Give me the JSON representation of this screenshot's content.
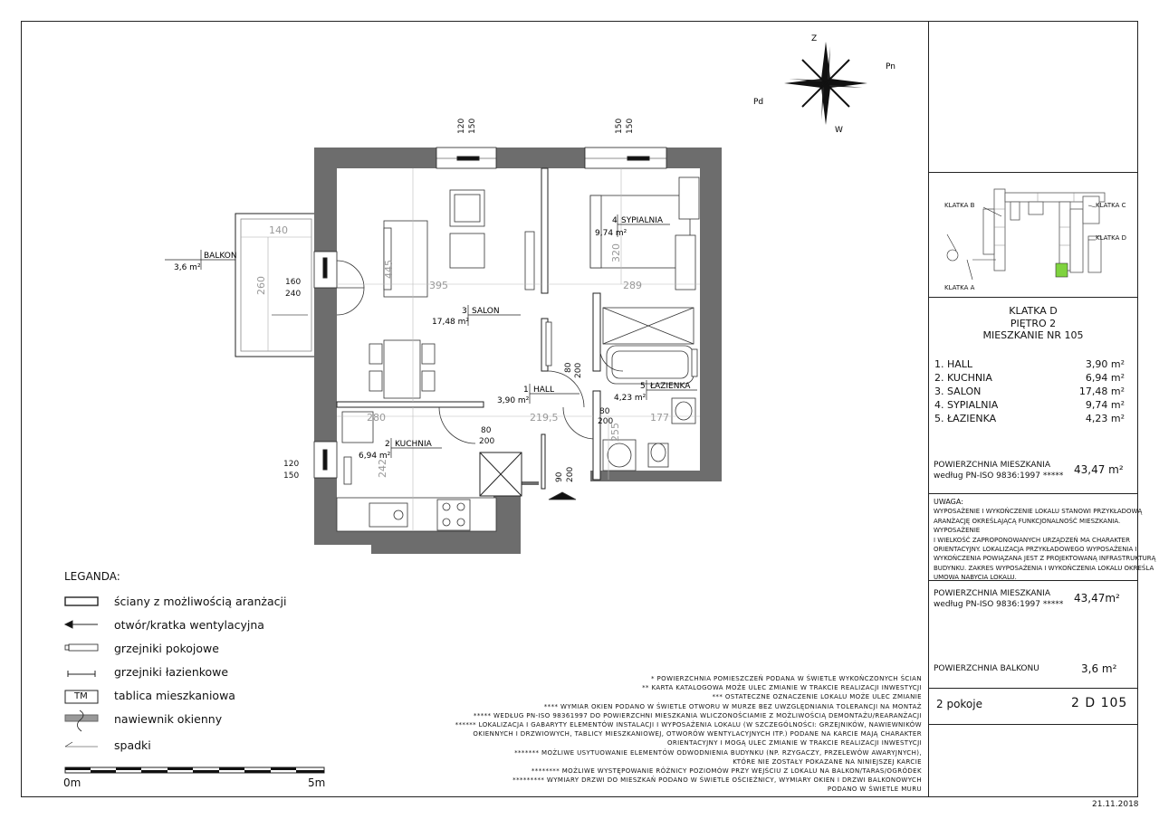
{
  "compass": {
    "n": "Z",
    "e": "Pn",
    "s": "W",
    "w": "Pd"
  },
  "key_plan": {
    "labels": {
      "a": "KLATKA A",
      "b": "KLATKA B",
      "c": "KLATKA C",
      "d": "KLATKA D"
    }
  },
  "header": {
    "line1": "KLATKA D",
    "line2": "PIĘTRO 2",
    "line3": "MIESZKANIE NR 105"
  },
  "rooms_list": [
    {
      "name": "1. HALL",
      "area": "3,90 m²"
    },
    {
      "name": "2. KUCHNIA",
      "area": "6,94 m²"
    },
    {
      "name": "3. SALON",
      "area": "17,48 m²"
    },
    {
      "name": "4. SYPIALNIA",
      "area": "9,74 m²"
    },
    {
      "name": "5. ŁAZIENKA",
      "area": "4,23 m²"
    }
  ],
  "total": {
    "label1": "POWIERZCHNIA MIESZKANIA",
    "label2": "według PN-ISO 9836:1997 *****",
    "value": "43,47 m²"
  },
  "uwaga": {
    "title": "UWAGA:",
    "lines": [
      "WYPOSAŻENIE I WYKOŃCZENIE LOKALU STANOWI PRZYKŁADOWĄ",
      "ARANŻACJĘ OKREŚLAJĄCĄ FUNKCJONALNOŚĆ MIESZKANIA. WYPOSAŻENIE",
      "I WIELKOŚĆ ZAPROPONOWANYCH URZĄDZEŃ MA CHARAKTER",
      "ORIENTACYJNY. LOKALIZACJA PRZYKŁADOWEGO WYPOSAŻENIA I",
      "WYKOŃCZENIA POWIĄZANA JEST Z PROJEKTOWANĄ INFRASTRUKTURĄ",
      "BUDYNKU. ZAKRES WYPOSAŻENIA I WYKOŃCZENIA LOKALU OKREŚLA",
      "UMOWA NABYCIA LOKALU."
    ]
  },
  "total2": {
    "label1": "POWIERZCHNIA MIESZKANIA",
    "label2": "według PN-ISO 9836:1997 *****",
    "value": "43,47m²"
  },
  "balcony": {
    "label": "POWIERZCHNIA BALKONU",
    "value": "3,6 m²"
  },
  "summary": {
    "rooms": "2 pokoje",
    "code": "2 D 105"
  },
  "date": "21.11.2018",
  "legend": {
    "title": "LEGANDA:",
    "items": [
      "ściany z możliwością aranżacji",
      "otwór/kratka wentylacyjna",
      "grzejniki pokojowe",
      "grzejniki łazienkowe",
      "tablica mieszkaniowa",
      "nawiewnik okienny",
      "spadki"
    ],
    "tm": "TM"
  },
  "scale": {
    "start": "0m",
    "end": "5m"
  },
  "notes": [
    "* POWIERZCHNIA POMIESZCZEŃ PODANA W ŚWIETLE WYKOŃCZONYCH ŚCIAN",
    "** KARTA KATALOGOWA MOŻE ULEC ZMIANIE W TRAKCIE REALIZACJI INWESTYCJI",
    "*** OSTATECZNE OZNACZENIE LOKALU MOŻE ULEC ZMIANIE",
    "**** WYMIAR OKIEN PODANO W ŚWIETLE OTWORU W MURZE BEZ UWZGLĘDNIANIA TOLERANCJI NA MONTAŻ",
    "***** WEDŁUG PN-ISO 98361997 DO POWIERZCHNI MIESZKANIA WLICZONOŚCIAMIE Z MOŻLIWOŚCIĄ DEMONTAŻU/REARANŻACJI",
    "****** LOKALIZACJA I GABARYTY ELEMENTÓW INSTALACJI I WYPOSAŻENIA LOKALU (W SZCZEGÓLNOŚCI: GRZEJNIKÓW, NAWIEWNIKÓW",
    "OKIENNYCH I DRZWIOWYCH, TABLICY MIESZKANIOWEJ, OTWORÓW WENTYLACYJNYCH ITP.) PODANE NA KARCIE MAJĄ CHARAKTER",
    "ORIENTACYJNY I MOGĄ ULEC ZMIANIE W TRAKCIE REALIZACJI INWESTYCJI",
    "******* MOŻLIWE USYTUOWANIE ELEMENTÓW ODWODNIENIA BUDYNKU (NP. RZYGACZY, PRZELEWÓW AWARYJNYCH),",
    "KTÓRE NIE ZOSTAŁY POKAZANE NA NINIEJSZEJ KARCIE",
    "******** MOŻLIWE WYSTĘPOWANIE RÓŻNICY POZIOMÓW PRZY WEJŚCIU Z LOKALU NA BALKON/TARAS/OGRÓDEK",
    "********* WYMIARY DRZWI DO MIESZKAŃ PODANO W ŚWIETLE OŚCIEŻNICY, WYMIARY OKIEN I DRZWI BALKONOWYCH",
    "PODANO W ŚWIETLE MURU"
  ],
  "plan": {
    "rooms": [
      {
        "num": "4",
        "name": "SYPIALNIA",
        "area": "9,74 m²"
      },
      {
        "num": "3",
        "name": "SALON",
        "area": "17,48 m²"
      },
      {
        "num": "1",
        "name": "HALL",
        "area": "3,90 m²"
      },
      {
        "num": "5",
        "name": "ŁAZIENKA",
        "area": "4,23 m²"
      },
      {
        "num": "2",
        "name": "KUCHNIA",
        "area": "6,94 m²"
      }
    ],
    "balkon": {
      "name": "BALKON",
      "area": "3,6 m²"
    },
    "dims": {
      "win1a": "120",
      "win1b": "150",
      "win2a": "150",
      "win2b": "150",
      "bal140": "140",
      "bal260": "260",
      "door160": "160",
      "door240": "240",
      "salon445": "445",
      "salon395": "395",
      "syp320": "320",
      "syp289": "289",
      "d80a": "80",
      "d200a": "200",
      "d80b": "80",
      "d200b": "200",
      "d80c": "80",
      "d200c": "200",
      "d90": "90",
      "d200d": "200",
      "h280": "280",
      "h219": "219,5",
      "h177": "177",
      "h255": "255",
      "k242": "242",
      "k120": "120",
      "k150": "150"
    }
  }
}
